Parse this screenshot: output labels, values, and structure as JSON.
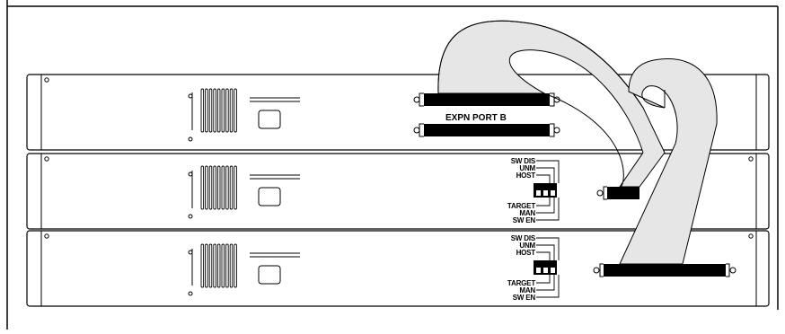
{
  "diagram": {
    "description_free": true,
    "port_label": "EXPN PORT B",
    "units": [
      {
        "id": "unit-1",
        "has_switch": false
      },
      {
        "id": "unit-2",
        "has_switch": true,
        "switch_labels_top": [
          "SW DIS",
          "UNM",
          "HOST"
        ],
        "switch_labels_bottom": [
          "TARGET",
          "MAN",
          "SW EN"
        ]
      },
      {
        "id": "unit-3",
        "has_switch": true,
        "switch_labels_top": [
          "SW DIS",
          "UNM",
          "HOST"
        ],
        "switch_labels_bottom": [
          "TARGET",
          "MAN",
          "SW EN"
        ]
      }
    ],
    "colors": {
      "line": "#000000",
      "ribbon_fill": "#e6e6e6",
      "background": "#ffffff"
    }
  }
}
